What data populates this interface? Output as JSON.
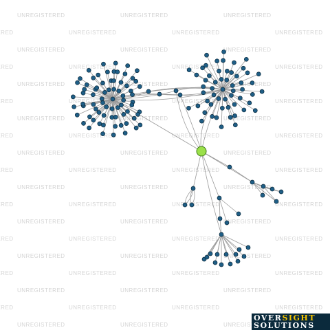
{
  "watermark": {
    "text": "UNREGISTERED"
  },
  "logo": {
    "part1": "OVER",
    "part2": "SIGHT",
    "part3": "SOLUTIONS"
  },
  "colors": {
    "background": "#ffffff",
    "node_fill": "#1f5e86",
    "node_stroke": "#0b2a3c",
    "focus_fill": "#9be04a",
    "focus_stroke": "#3f7a17",
    "edge": "#9a9a9a",
    "watermark": "#d4d4d4",
    "logo_bg": "#0b2a3c",
    "logo_accent": "#f5c400"
  }
}
